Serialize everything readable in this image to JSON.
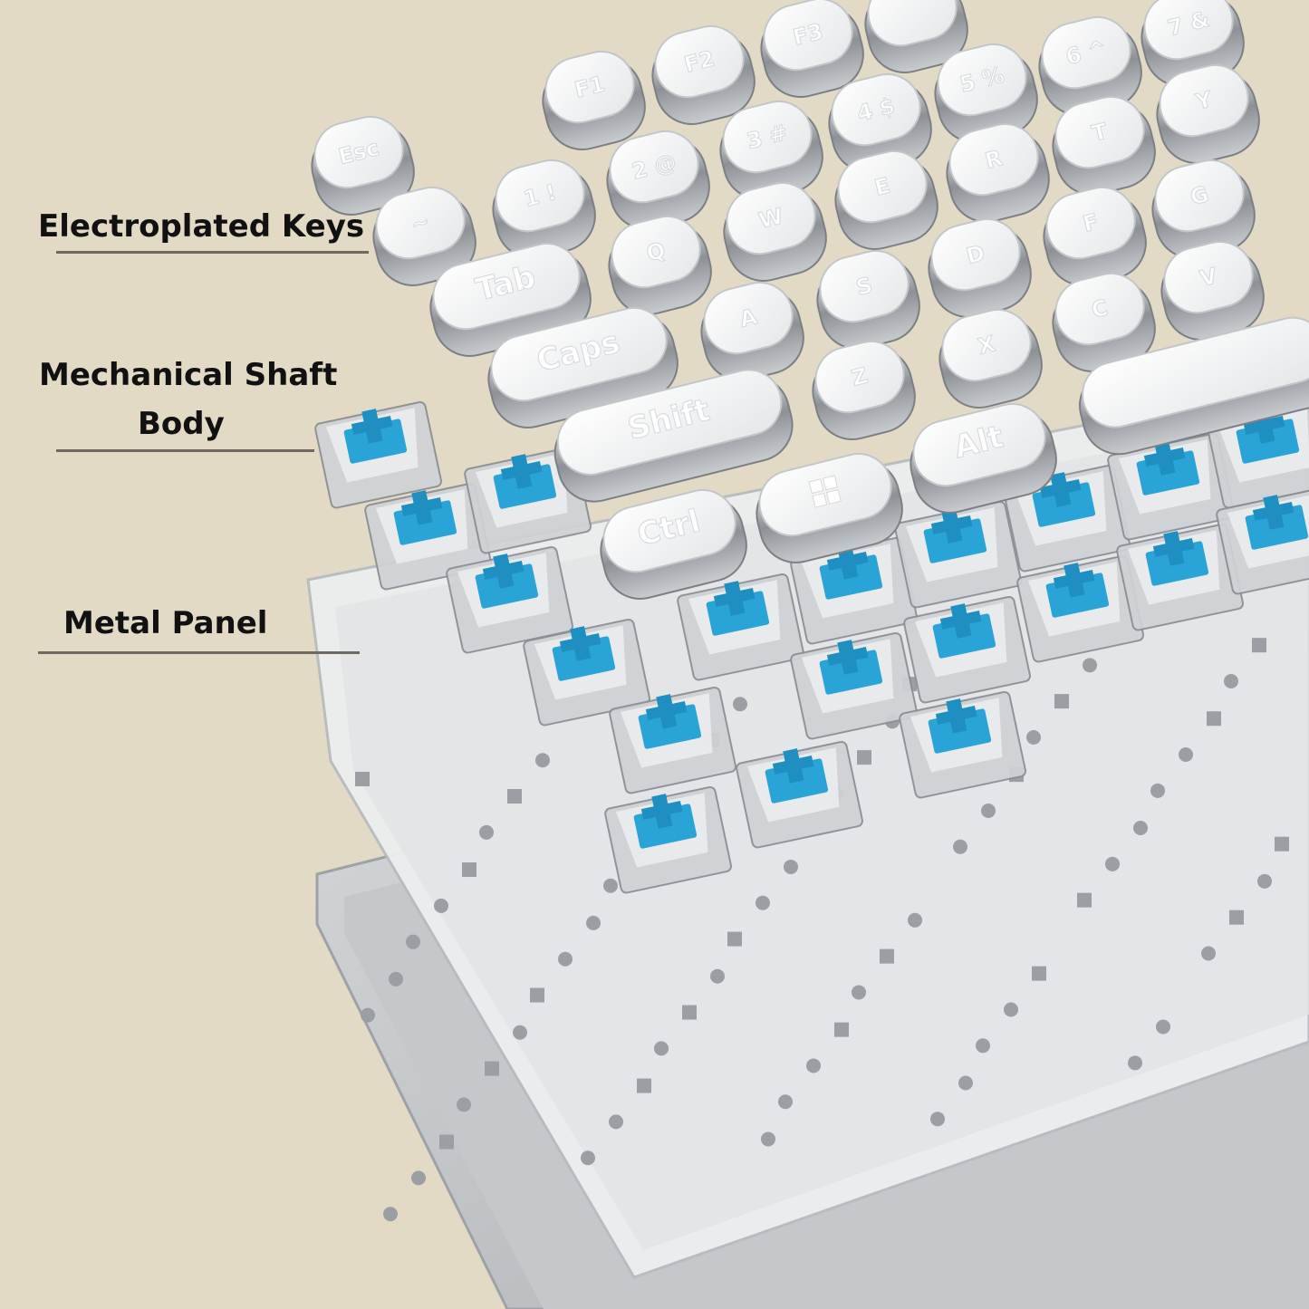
{
  "labels": {
    "keys": "Electroplated Keys",
    "shaft_line1": "Mechanical Shaft",
    "shaft_line2": "Body",
    "panel": "Metal Panel"
  },
  "keycaps": {
    "row0": [
      "Esc",
      "F1",
      "F2",
      "F3",
      ""
    ],
    "row1": [
      "~",
      "1 !",
      "2 @",
      "3 #",
      "4 $",
      "5 %",
      "6 ^",
      "7 &"
    ],
    "row2": [
      "Tab",
      "Q",
      "W",
      "E",
      "R",
      "T",
      "Y"
    ],
    "row3": [
      "Caps",
      "A",
      "S",
      "D",
      "F",
      "G"
    ],
    "row4": [
      "Shift",
      "Z",
      "X",
      "C",
      "V"
    ],
    "row5": [
      "Ctrl",
      "windows-logo",
      "Alt",
      ""
    ]
  },
  "colors": {
    "background": "#e3dac6",
    "switch_stem": "#2aa3d6",
    "keycap_face": "#f7f7f7",
    "keycap_ring": "#9a9ea3"
  }
}
